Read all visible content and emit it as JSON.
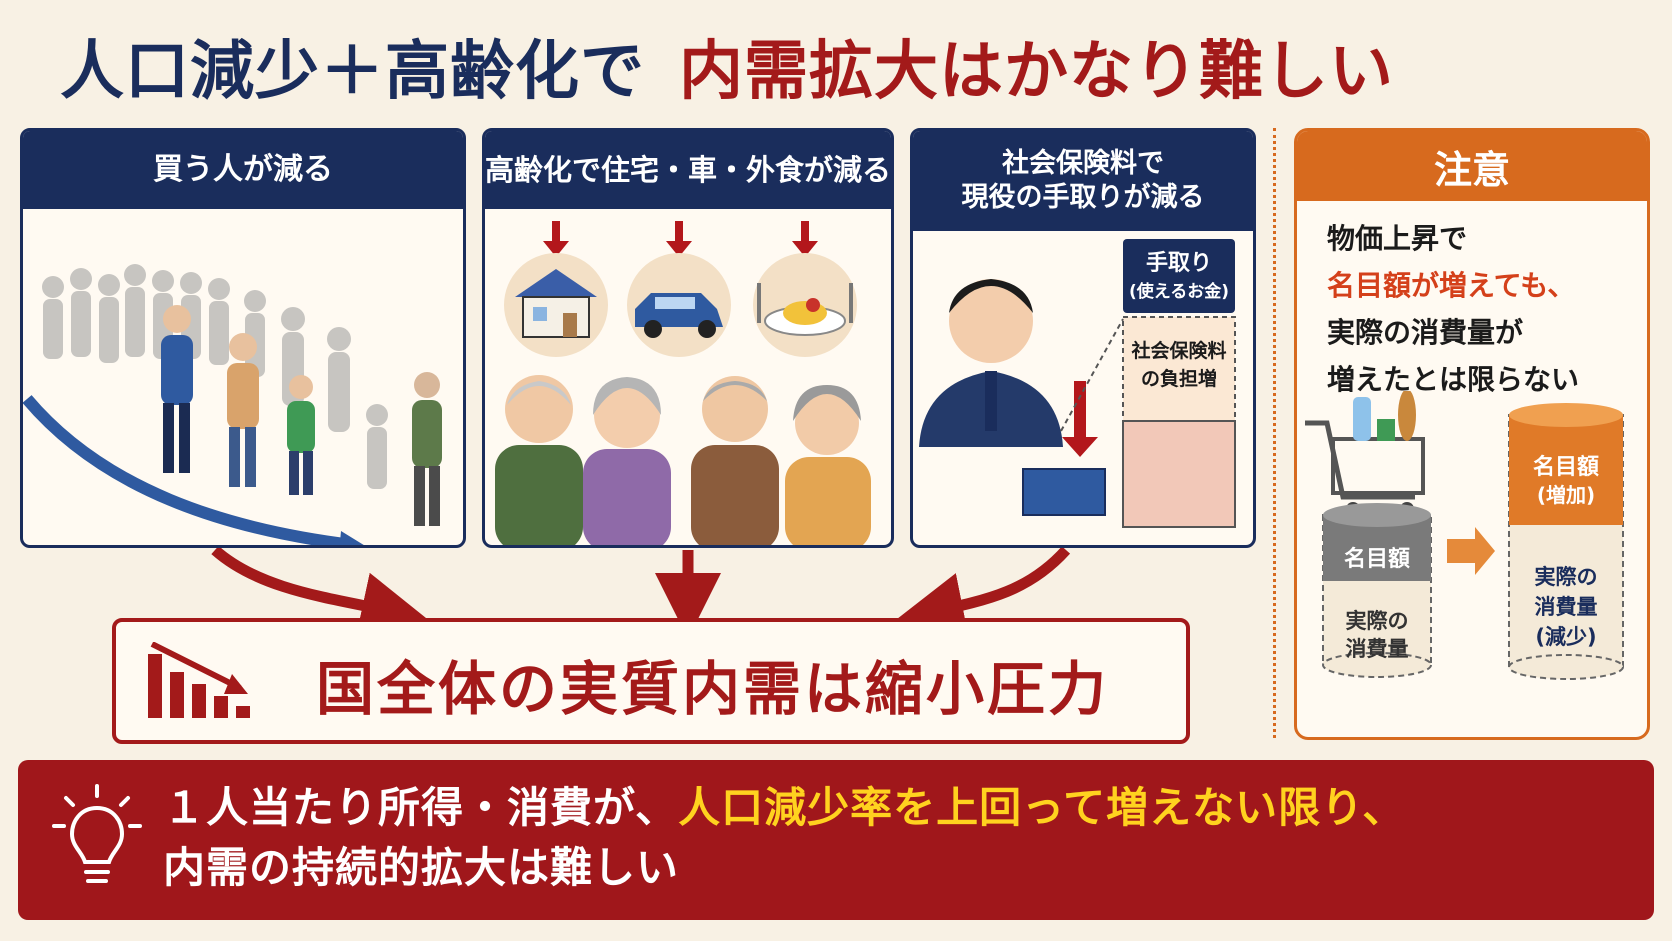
{
  "title": {
    "part1": "人口減少＋高齢化で",
    "part2": "内需拡大はかなり難しい"
  },
  "panels": [
    {
      "heading": "買う人が減る"
    },
    {
      "heading": "高齢化で住宅・車・外食が減る"
    },
    {
      "heading": "社会保険料で\n現役の手取りが減る",
      "label_takehome": "手取り",
      "label_takehome_sub": "(使えるお金)",
      "label_insurance_1": "社会保険料",
      "label_insurance_2": "の負担増"
    }
  ],
  "result": "国全体の実質内需は縮小圧力",
  "caution": {
    "heading": "注意",
    "line1": "物価上昇で",
    "line2": "名目額が増えても、",
    "line3": "実際の消費量が",
    "line4": "増えたとは限らない",
    "can1_top": "名目額",
    "can1_bottom_1": "実際の",
    "can1_bottom_2": "消費量",
    "can2_top_1": "名目額",
    "can2_top_2": "(増加)",
    "can2_bottom_1": "実際の",
    "can2_bottom_2": "消費量",
    "can2_bottom_3": "(減少)"
  },
  "banner": {
    "part1": "１人当たり所得・消費が、",
    "part2": "人口減少率を上回って増えない限り、",
    "part3": "内需の持続的拡大は難しい"
  },
  "colors": {
    "navy": "#1a2d5c",
    "red": "#a31a1a",
    "orange": "#d76a1e",
    "yellow": "#ffd21f",
    "background": "#f8f1e4"
  }
}
